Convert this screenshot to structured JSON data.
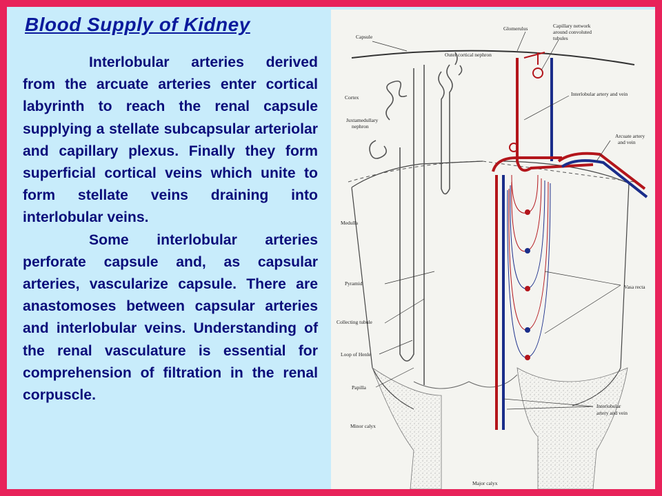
{
  "slide": {
    "title": "Blood Supply of Kidney",
    "paragraph_1": "Interlobular arteries derived from the arcuate arteries enter cortical labyrinth to reach the renal capsule supplying a stellate subcapsular arteriolar and capillary plexus. Finally they form superficial cortical veins which unite to form stellate veins draining into interlobular veins.",
    "paragraph_2": "Some interlobular arteries perforate capsule and, as capsular arteries, vascularize capsule. There are anastomoses between capsular arteries and interlobular veins. Understanding of the renal vasculature is essential for comprehension of filtration in the renal corpuscle."
  },
  "diagram": {
    "labels": {
      "capsule": "Capsule",
      "glomerulus": "Glomerulus",
      "capillary_network": "Capillary network",
      "capillary_network_2": "around convoluted",
      "capillary_network_3": "tubules",
      "outer_cortical_nephron": "Outer cortical nephron",
      "cortex": "Cortex",
      "interlobular_artery_vein": "Interlobular artery and vein",
      "juxtamedullary": "Juxtamedullary",
      "juxtamedullary_2": "nephron",
      "arcuate": "Arcuate artery",
      "arcuate_2": "and vein",
      "medulla": "Medulla",
      "pyramid": "Pyramid",
      "vasa_recta": "Vasa recta",
      "collecting_tubule": "Collecting tubule",
      "loop_of_henle": "Loop of Henle",
      "papilla": "Papilla",
      "interlobular_lower": "Interlobular",
      "interlobular_lower_2": "artery and vein",
      "minor_calyx": "Minor calyx",
      "major_calyx": "Major calyx"
    }
  }
}
